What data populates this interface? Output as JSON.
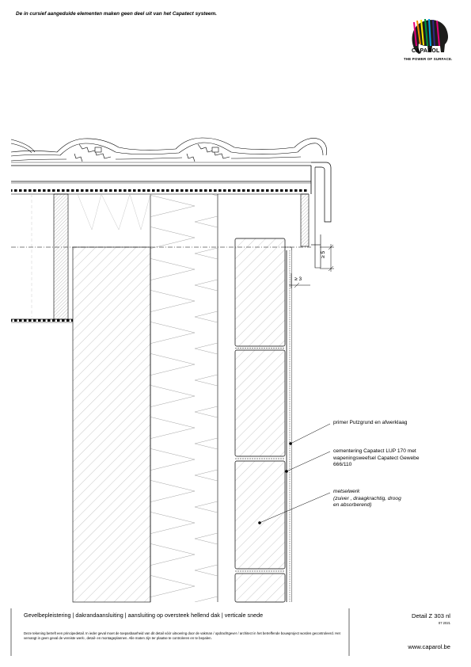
{
  "header": {
    "note": "De in cursief aangeduide elementen maken geen deel uit van het Capatect systeem."
  },
  "logo": {
    "icon": "elephant-logo-icon",
    "name": "CAPAROL",
    "slogan": "THE POWER OF SURFACE.",
    "colors": [
      "#e4007c",
      "#f39200",
      "#ffed00",
      "#009640",
      "#009fe3",
      "#312783",
      "#1d1d1b"
    ]
  },
  "dimensions": {
    "vertical": "≥ 5",
    "horizontal": "≥ 3"
  },
  "callouts": [
    {
      "lines": [
        "primer Putzgrund en afwerklaag"
      ],
      "italic": false
    },
    {
      "lines": [
        "cementering Capatect LUP 170 met",
        "wapeningsweefsel Capatect Gewebe",
        "666/110"
      ],
      "italic": false
    },
    {
      "lines": [
        "metselwerk",
        "(zuiver , draagkrachtig, droog",
        "en absorberend)"
      ],
      "italic": true
    }
  ],
  "footer": {
    "title": "Gevelbepleistering | dakrandaansluiting | aansluiting op oversteek hellend dak | verticale snede",
    "disclaimer": "Deze tekening betreft een principedetail. In ieder geval moet de toepasbaarheid van dit detail vóór uitvoering door de vakman / opdrachtgever / architect in het betreffende bouwproject worden gecontroleerd. Het vervangt in geen geval de vereiste werk-, detail- en montageplannen. Alle maten zijn ter plaatse te controleren en te bepalen.",
    "detail_ref": "Detail Z 303 nl",
    "code": "07 2021",
    "website": "www.caparol.be"
  }
}
